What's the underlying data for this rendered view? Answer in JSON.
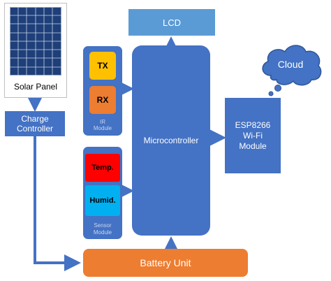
{
  "solar_panel": {
    "label": "Solar Panel"
  },
  "charge_controller": {
    "label_line1": "Charge",
    "label_line2": "Controller"
  },
  "lcd": {
    "label": "LCD"
  },
  "ir_module": {
    "tx": "TX",
    "rx": "RX",
    "label_line1": "IR",
    "label_line2": "Module"
  },
  "sensor_module": {
    "temp": "Temp.",
    "humid": "Humid.",
    "label_line1": "Sensor",
    "label_line2": "Module"
  },
  "microcontroller": {
    "label": "Microcontroller"
  },
  "wifi_module": {
    "line1": "ESP8266",
    "line2": "Wi-Fi",
    "line3": "Module"
  },
  "cloud": {
    "label": "Cloud"
  },
  "battery": {
    "label": "Battery Unit"
  },
  "colors": {
    "block_blue": "#4472c4",
    "lcd_blue": "#5b9bd5",
    "orange": "#ed7d31",
    "tx_yellow": "#ffc000",
    "temp_red": "#ff0000",
    "humid_cyan": "#00b0f0",
    "wire": "#4472c4"
  }
}
